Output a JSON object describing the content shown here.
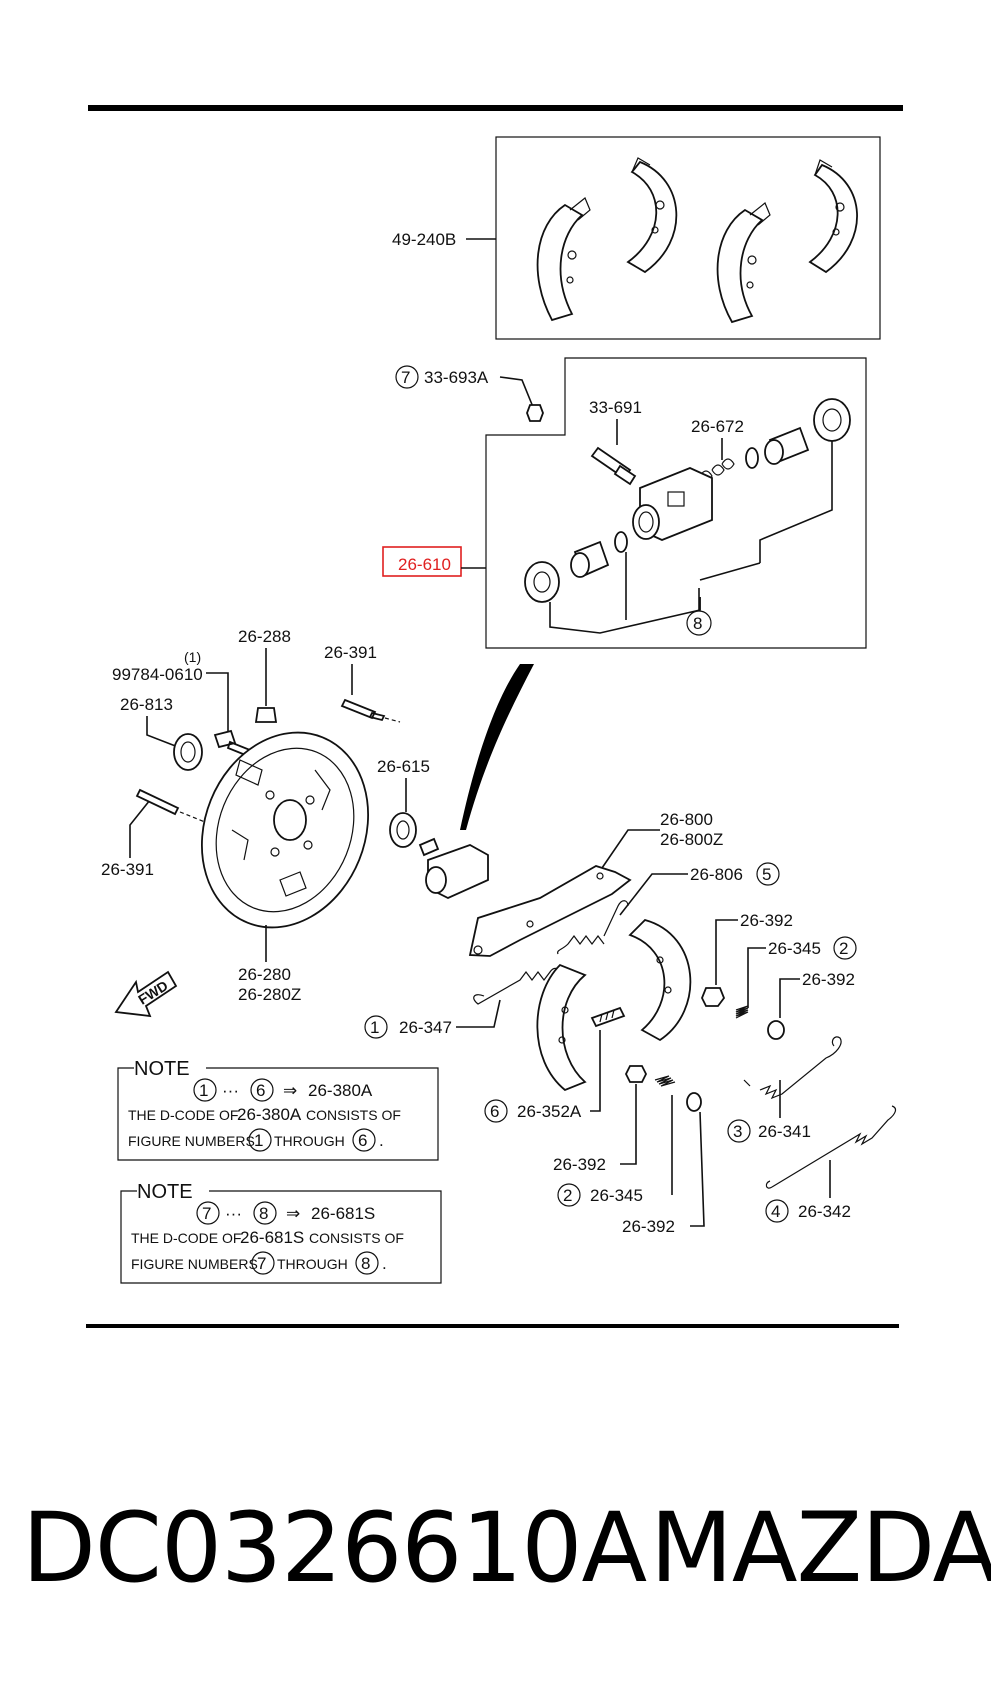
{
  "labels": {
    "shoe_set": "49-240B",
    "bleeder_circ": "7",
    "bleeder_cap": "33-693A",
    "bleeder_screw": "33-691",
    "wc_spring": "26-672",
    "wheel_cylinder": "26-610",
    "wc_kit_circ": "8",
    "gasket": "26-615",
    "plug": "26-288",
    "bolt_qty": "(1)",
    "bolt": "99784-0610",
    "seal": "26-813",
    "pin_top": "26-391",
    "pin_left": "26-391",
    "backing_plate": "26-280",
    "backing_plate_z": "26-280Z",
    "lever": "26-800",
    "lever_z": "26-800Z",
    "adjuster_spring": "26-806",
    "adjuster_spring_circ": "5",
    "cup_a": "26-392",
    "hold_spring_a": "26-345",
    "hold_spring_a_circ": "2",
    "cup_b": "26-392",
    "return_spring": "26-347",
    "return_spring_circ": "1",
    "return_spring_b": "26-341",
    "return_spring_b_circ": "3",
    "return_spring_c": "26-342",
    "return_spring_c_circ": "4",
    "adjuster": "26-352A",
    "adjuster_circ": "6",
    "cup_c": "26-392",
    "hold_spring_b": "26-345",
    "hold_spring_b_circ": "2",
    "cup_d": "26-392",
    "fwd": "FWD"
  },
  "notes": [
    {
      "title": "NOTE",
      "from": "1",
      "dots": "···",
      "to": "6",
      "arrow": "⇒",
      "target": "26-380A",
      "line2_pre": "THE D-CODE OF",
      "line2_code": "26-380A",
      "line2_post": "CONSISTS OF",
      "line3_pre": "FIGURE NUMBERS",
      "line3_mid": "THROUGH",
      "line3_end": "."
    },
    {
      "title": "NOTE",
      "from": "7",
      "dots": "···",
      "to": "8",
      "arrow": "⇒",
      "target": "26-681S",
      "line2_pre": "THE D-CODE OF",
      "line2_code": "26-681S",
      "line2_post": "CONSISTS OF",
      "line3_pre": "FIGURE NUMBERS",
      "line3_mid": "THROUGH",
      "line3_end": "."
    }
  ],
  "footer": {
    "part_number": "DC0326610A",
    "brand": "MAZDA"
  },
  "colors": {
    "line": "#111111",
    "highlight": "#e02020",
    "background": "#ffffff"
  }
}
